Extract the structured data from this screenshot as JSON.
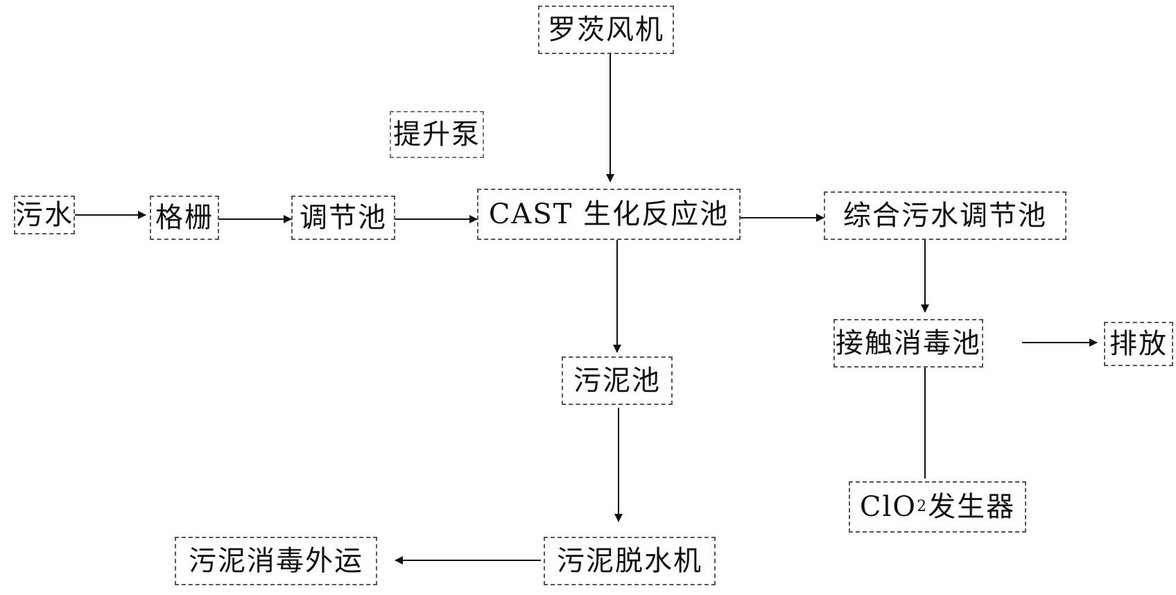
{
  "nodes": {
    "sewage": "污水",
    "grille": "格栅",
    "regulating_tank": "调节池",
    "cast_reactor": "CAST 生化反应池",
    "integrated_tank": "综合污水调节池",
    "roots_blower": "罗茨风机",
    "lift_pump": "提升泵",
    "sludge_tank": "污泥池",
    "contact_disinfection": "接触消毒池",
    "discharge": "排放",
    "clo2_generator_prefix": "ClO",
    "clo2_generator_sub": "2",
    "clo2_generator_suffix": " 发生器",
    "sludge_dewatering": "污泥脱水机",
    "sludge_disposal": "污泥消毒外运"
  },
  "colors": {
    "line": "#111111",
    "box_border": "#555555"
  }
}
